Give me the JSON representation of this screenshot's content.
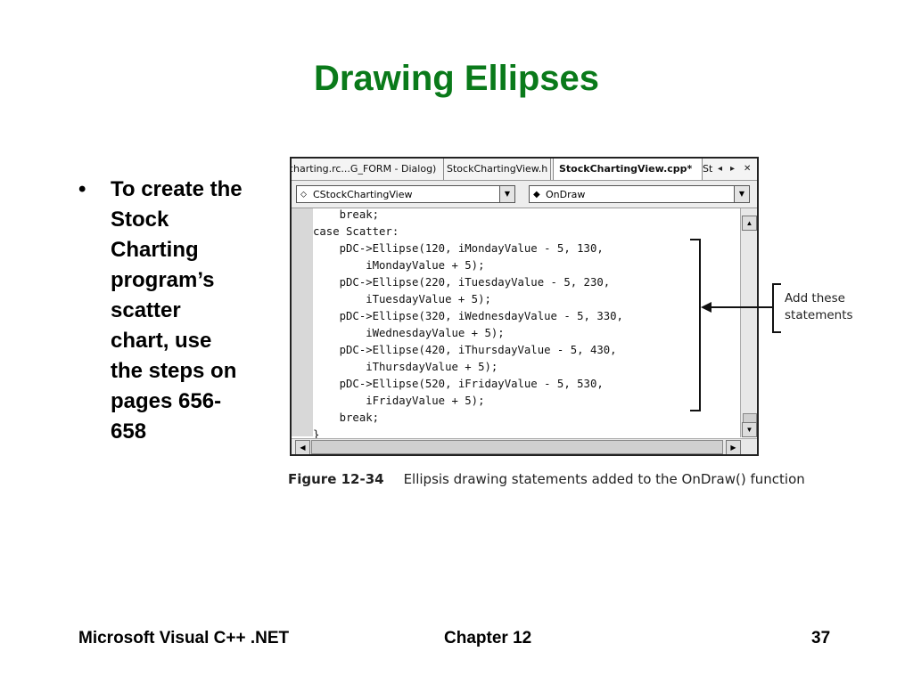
{
  "slide": {
    "title": "Drawing Ellipses",
    "bullet_symbol": "•",
    "bullet_text": "To create the Stock Charting program’s scatter chart, use the steps on pages 656-658"
  },
  "ide": {
    "tabs": [
      {
        "label": "charting.rc...G_FORM - Dialog)"
      },
      {
        "label": "StockChartingView.h"
      },
      {
        "label": "StockChartingView.cpp*"
      },
      {
        "label": "St"
      }
    ],
    "tab_controls": {
      "prev": "◂",
      "next": "▸",
      "close": "✕"
    },
    "class_dropdown": {
      "icon": "class-icon",
      "value": "CStockChartingView"
    },
    "member_dropdown": {
      "icon": "method-icon",
      "value": "OnDraw"
    },
    "code_lines": [
      {
        "text": "    break;"
      },
      {
        "text": "case Scatter:"
      },
      {
        "text": "    pDC->Ellipse(120, iMondayValue - 5, 130,"
      },
      {
        "text": "        iMondayValue + 5);"
      },
      {
        "text": "    pDC->Ellipse(220, iTuesdayValue - 5, 230,"
      },
      {
        "text": "        iTuesdayValue + 5);"
      },
      {
        "text": "    pDC->Ellipse(320, iWednesdayValue - 5, 330,"
      },
      {
        "text": "        iWednesdayValue + 5);"
      },
      {
        "text": "    pDC->Ellipse(420, iThursdayValue - 5, 430,"
      },
      {
        "text": "        iThursdayValue + 5);"
      },
      {
        "text": "    pDC->Ellipse(520, iFridayValue - 5, 530,"
      },
      {
        "text": "        iFridayValue + 5);"
      },
      {
        "text": "    break;"
      },
      {
        "text": "}"
      }
    ]
  },
  "callout": {
    "line1": "Add these",
    "line2": "statements"
  },
  "figure": {
    "number": "Figure 12-34",
    "caption": "Ellipsis drawing statements added to the OnDraw() function"
  },
  "footer": {
    "left": "Microsoft Visual C++ .NET",
    "center": "Chapter 12",
    "right": "37"
  },
  "colors": {
    "title": "#0a7a1a"
  }
}
